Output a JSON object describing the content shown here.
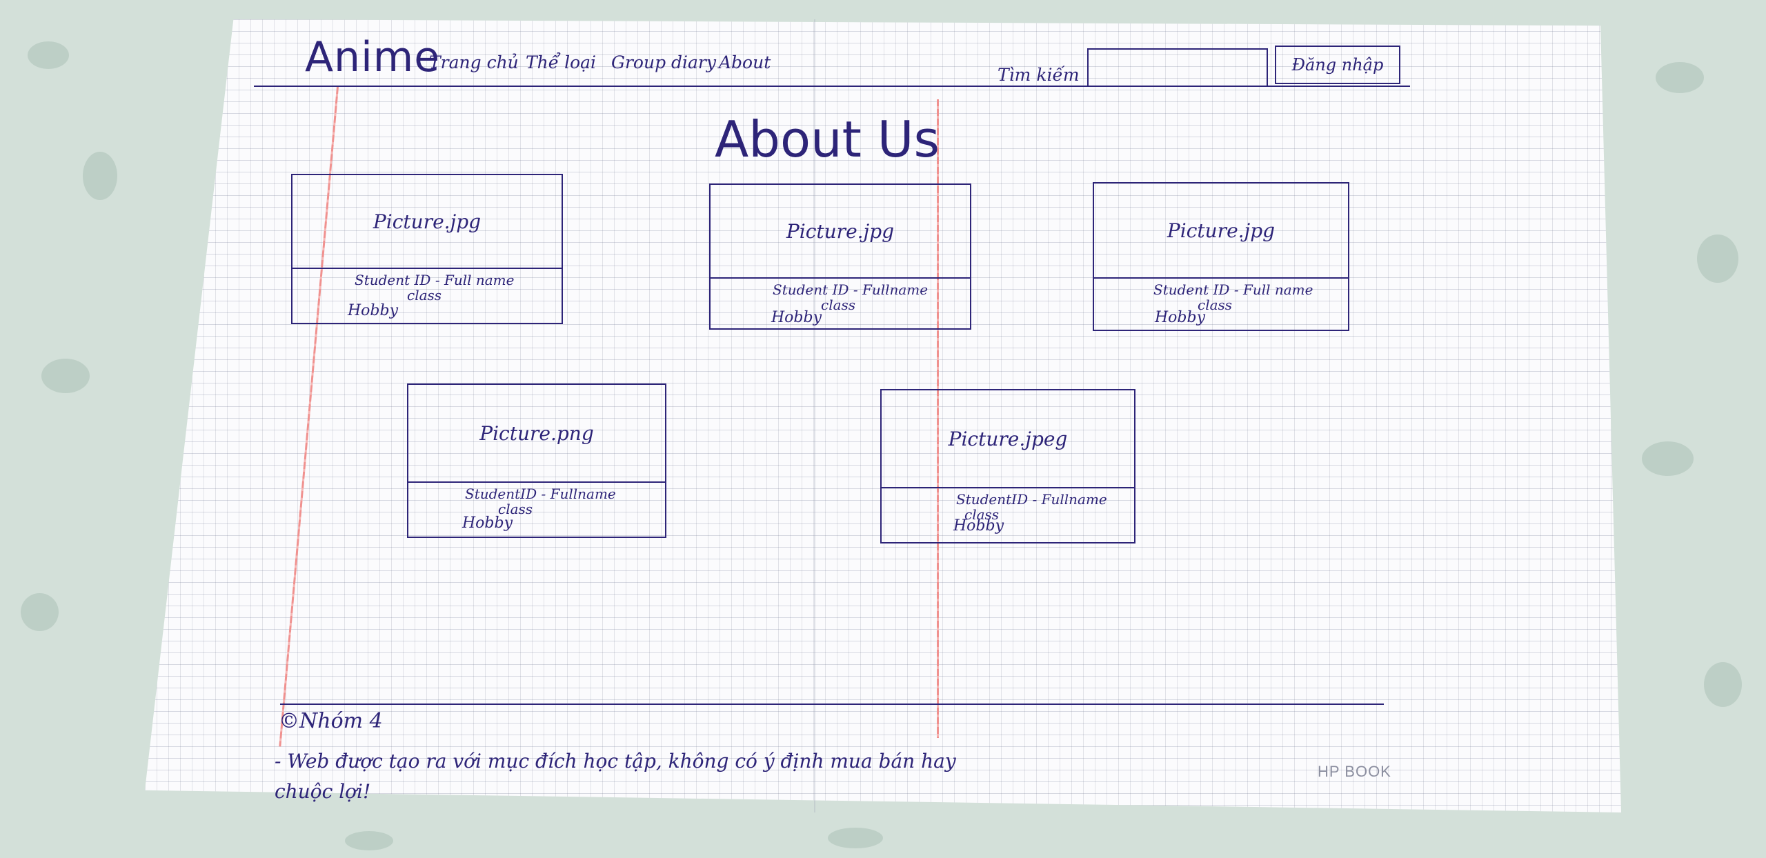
{
  "header": {
    "brand": "Anime",
    "nav": [
      "Trang chủ",
      "Thể loại",
      "Group diary",
      "About"
    ],
    "search_label": "Tìm kiếm",
    "login_label": "Đăng nhập"
  },
  "page_title": "About Us",
  "cards": [
    {
      "picture": "Picture.jpg",
      "student": "Student ID - Full name",
      "class": "class",
      "hobby": "Hobby"
    },
    {
      "picture": "Picture.jpg",
      "student": "Student ID - Fullname",
      "class": "class",
      "hobby": "Hobby"
    },
    {
      "picture": "Picture.jpg",
      "student": "Student ID - Full name",
      "class": "class",
      "hobby": "Hobby"
    },
    {
      "picture": "Picture.png",
      "student": "StudentID - Fullname",
      "class": "class",
      "hobby": "Hobby"
    },
    {
      "picture": "Picture.jpeg",
      "student": "StudentID - Fullname",
      "class": "class",
      "hobby": "Hobby"
    }
  ],
  "footer": {
    "copyright": "©Nhóm 4",
    "note": "- Web được tạo ra với mục đích học tập, không có ý định mua bán hay chuộc lợi!"
  },
  "notebook_brand": "HP BOOK",
  "colors": {
    "ink": "#2d2478",
    "margin_red": "#f0918f",
    "paper": "#fbfbfd",
    "table": "#d3e0d9"
  }
}
